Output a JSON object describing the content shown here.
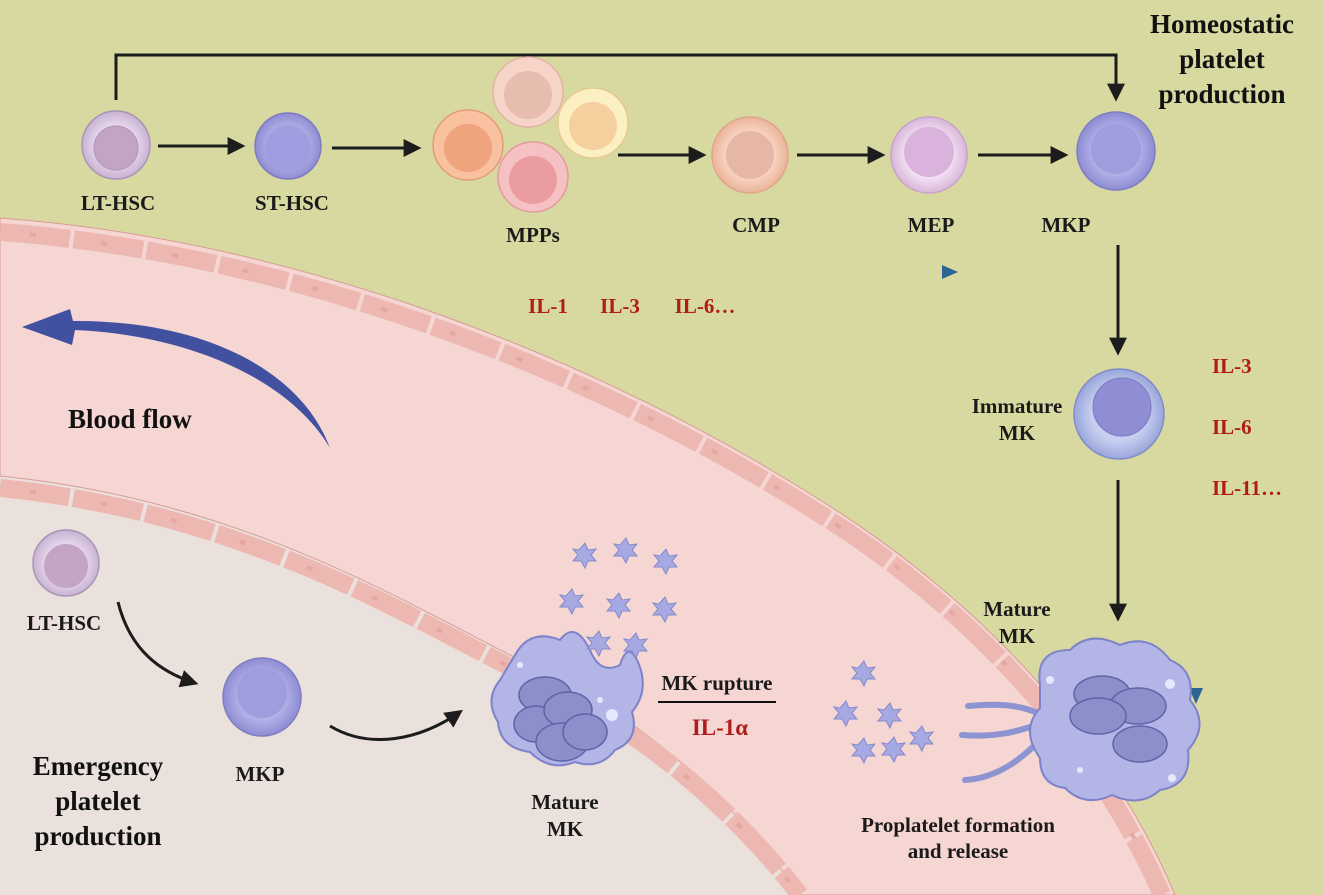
{
  "colors": {
    "tissue": "#d7d9a1",
    "vessel": "#f5d6d3",
    "marrow_emergency": "#eae0dc",
    "arrow": "#1c1c1c",
    "signal_arrow": "#2d6591",
    "cytokine_text": "#b01c1c",
    "blood_flow_arrow": "#4250a0"
  },
  "homeostatic": {
    "title_line1": "Homeostatic",
    "title_line2": "platelet",
    "title_line3": "production",
    "cells": {
      "lt_hsc": "LT-HSC",
      "st_hsc": "ST-HSC",
      "mpps": "MPPs",
      "cmp": "CMP",
      "mep": "MEP",
      "mkp": "MKP",
      "immature_mk_line1": "Immature",
      "immature_mk_line2": "MK",
      "mature_mk_line1": "Mature",
      "mature_mk_line2": "MK"
    },
    "cytokines_top": [
      "IL-1",
      "IL-3",
      "IL-6…"
    ],
    "cytokines_right": [
      "IL-3",
      "IL-6",
      "IL-11…"
    ]
  },
  "blood_flow": "Blood flow",
  "emergency": {
    "title_line1": "Emergency",
    "title_line2": "platelet",
    "title_line3": "production",
    "lt_hsc": "LT-HSC",
    "mkp": "MKP",
    "mature_mk_line1": "Mature",
    "mature_mk_line2": "MK",
    "rupture_label": "MK rupture",
    "rupture_cytokine": "IL-1α"
  },
  "proplatelet_line1": "Proplatelet formation",
  "proplatelet_line2": "and release"
}
